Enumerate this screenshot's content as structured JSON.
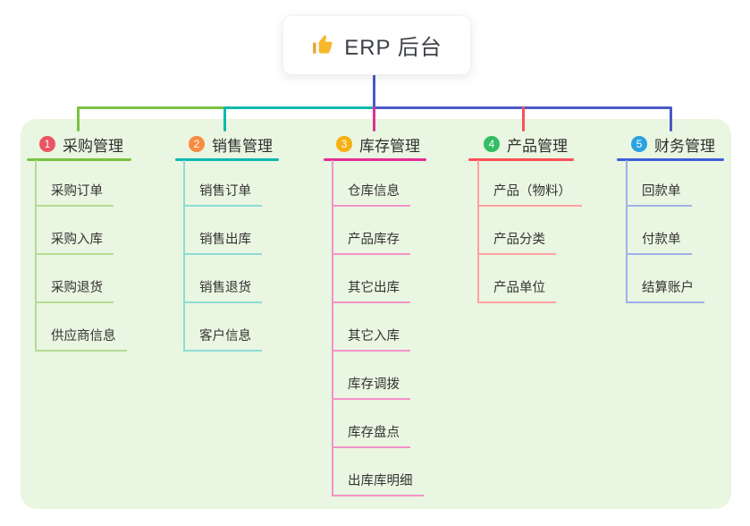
{
  "root": {
    "title": "ERP 后台",
    "icon": "thumbs-up-icon"
  },
  "branches": [
    {
      "num": "1",
      "label": "采购管理",
      "badge_color": "#ea5464",
      "line_color": "#7cc141",
      "child_line_color": "#b5db92",
      "children": [
        "采购订单",
        "采购入库",
        "采购退货",
        "供应商信息"
      ]
    },
    {
      "num": "2",
      "label": "销售管理",
      "badge_color": "#f78c44",
      "line_color": "#0cb9ae",
      "child_line_color": "#8edcd4",
      "children": [
        "销售订单",
        "销售出库",
        "销售退货",
        "客户信息"
      ]
    },
    {
      "num": "3",
      "label": "库存管理",
      "badge_color": "#f7b012",
      "line_color": "#e03092",
      "child_line_color": "#f393c6",
      "children": [
        "仓库信息",
        "产品库存",
        "其它出库",
        "其它入库",
        "库存调拨",
        "库存盘点",
        "出库库明细"
      ]
    },
    {
      "num": "4",
      "label": "产品管理",
      "badge_color": "#33bd65",
      "line_color": "#fc4f58",
      "child_line_color": "#ffa0a0",
      "children": [
        "产品（物料）",
        "产品分类",
        "产品单位"
      ]
    },
    {
      "num": "5",
      "label": "财务管理",
      "badge_color": "#2aa3e0",
      "line_color": "#3e5ed6",
      "child_line_color": "#9fb2e8",
      "children": [
        "回款单",
        "付款单",
        "结算账户"
      ]
    }
  ],
  "colors": {
    "background_panel": "#e9f6e1",
    "root_connector": "#4b59c8",
    "text": "#333333",
    "root_card_bg": "#ffffff"
  }
}
